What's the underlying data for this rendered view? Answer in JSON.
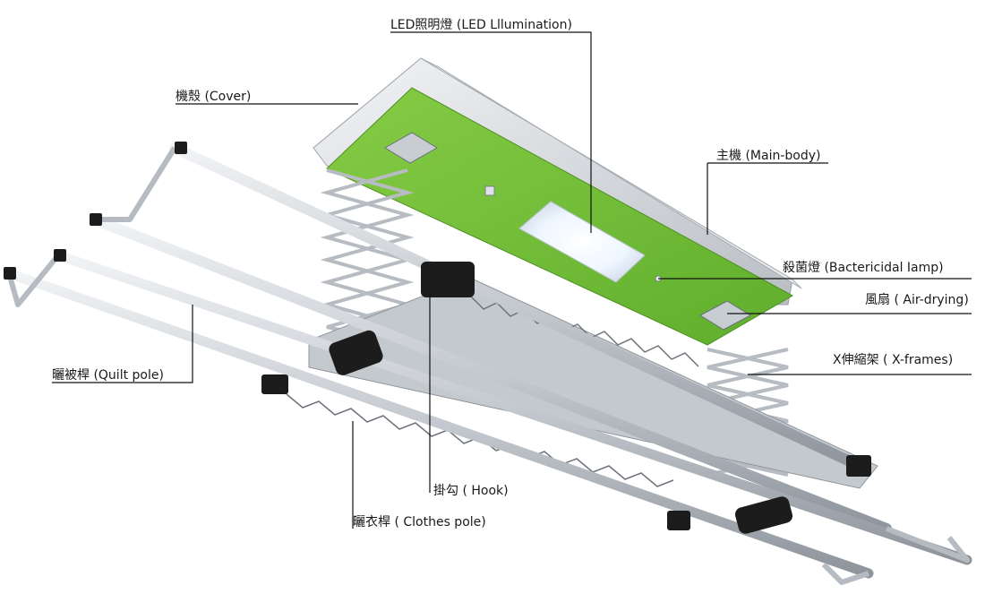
{
  "labels": {
    "led": "LED照明燈 (LED Lllumination)",
    "cover": "機殼 (Cover)",
    "main_body": "主機 (Main-body)",
    "bactericidal": "殺菌燈 (Bactericidal Iamp)",
    "fan": "風扇 ( Air-drying)",
    "x_frames": "X伸縮架 ( X-frames)",
    "quilt_pole": "曬被桿 (Quilt pole)",
    "hook": "掛勾 ( Hook)",
    "clothes_pole": "曬衣桿 ( Clothes pole)"
  },
  "colors": {
    "panel_green": "#79c23a",
    "panel_green_dark": "#5aa52a",
    "housing": "#d7dbe0",
    "pole": "#c9cdd2",
    "pole_shadow": "#9aa0a6",
    "bracket": "#1c1c1c",
    "leader_line": "#111111"
  }
}
